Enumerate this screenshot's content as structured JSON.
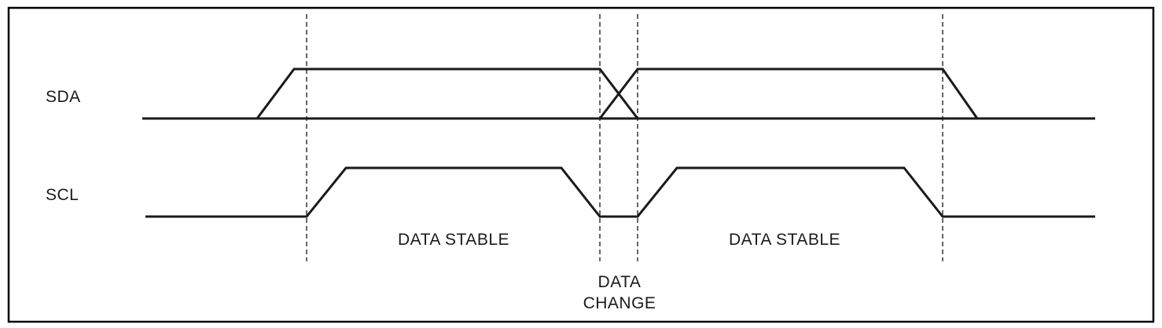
{
  "signals": {
    "sda_label": "SDA",
    "scl_label": "SCL"
  },
  "annotations": {
    "stable_1": "DATA STABLE",
    "stable_2": "DATA STABLE",
    "change_line1": "DATA",
    "change_line2": "CHANGE"
  },
  "colors": {
    "line": "#1a1a1a",
    "border": "#000000"
  }
}
